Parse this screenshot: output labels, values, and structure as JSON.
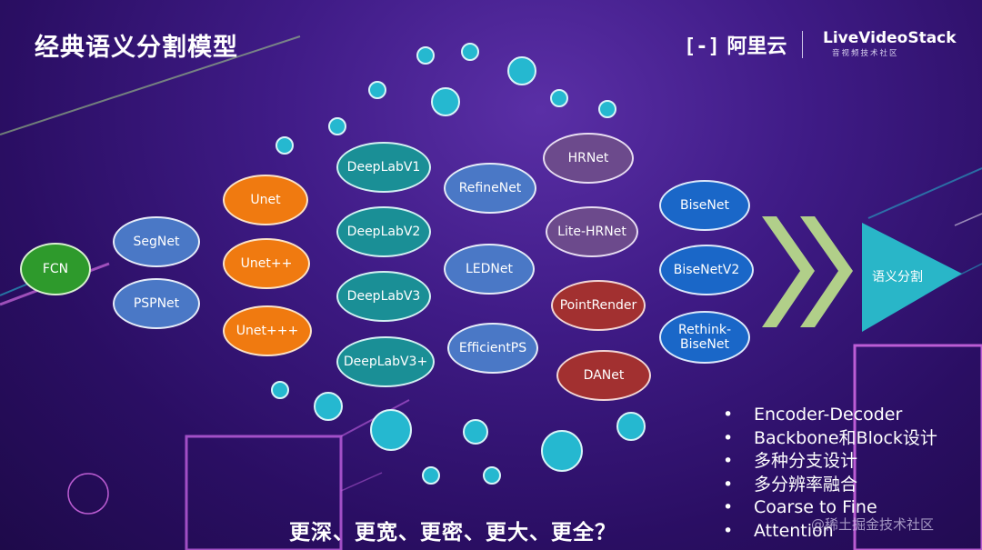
{
  "header": {
    "title": "经典语义分割模型",
    "logo_text": "阿里云",
    "brand": "LiveVideoStack",
    "brand_sub": "音视频技术社区"
  },
  "nodes": [
    {
      "label": "FCN",
      "color": "green"
    },
    {
      "label": "SegNet",
      "color": "blue"
    },
    {
      "label": "PSPNet",
      "color": "blue"
    },
    {
      "label": "Unet",
      "color": "orange"
    },
    {
      "label": "Unet++",
      "color": "orange"
    },
    {
      "label": "Unet+++",
      "color": "orange"
    },
    {
      "label": "DeepLabV1",
      "color": "teal"
    },
    {
      "label": "DeepLabV2",
      "color": "teal"
    },
    {
      "label": "DeepLabV3",
      "color": "teal"
    },
    {
      "label": "DeepLabV3+",
      "color": "teal"
    },
    {
      "label": "RefineNet",
      "color": "blue"
    },
    {
      "label": "LEDNet",
      "color": "blue"
    },
    {
      "label": "EfficientPS",
      "color": "blue"
    },
    {
      "label": "HRNet",
      "color": "purple"
    },
    {
      "label": "Lite-HRNet",
      "color": "purple"
    },
    {
      "label": "PointRender",
      "color": "red"
    },
    {
      "label": "DANet",
      "color": "red"
    },
    {
      "label": "BiseNet",
      "color": "royal"
    },
    {
      "label": "BiseNetV2",
      "color": "royal"
    },
    {
      "label": "Rethink-\nBiseNet",
      "color": "royal"
    }
  ],
  "target_label": "语义分割",
  "bullets": [
    "Encoder-Decoder",
    "Backbone和Block设计",
    "多种分支设计",
    "多分辨率融合",
    "Coarse to Fine",
    "Attention"
  ],
  "bullet_symbol": "•",
  "bottom_text": "更深、更宽、更密、更大、更全？",
  "watermark": "@稀土掘金技术社区",
  "colors": {
    "background": "#3f1b86",
    "dot": "#25b8d0",
    "chevron": "#b7d98a",
    "target": "#29b6c8"
  }
}
